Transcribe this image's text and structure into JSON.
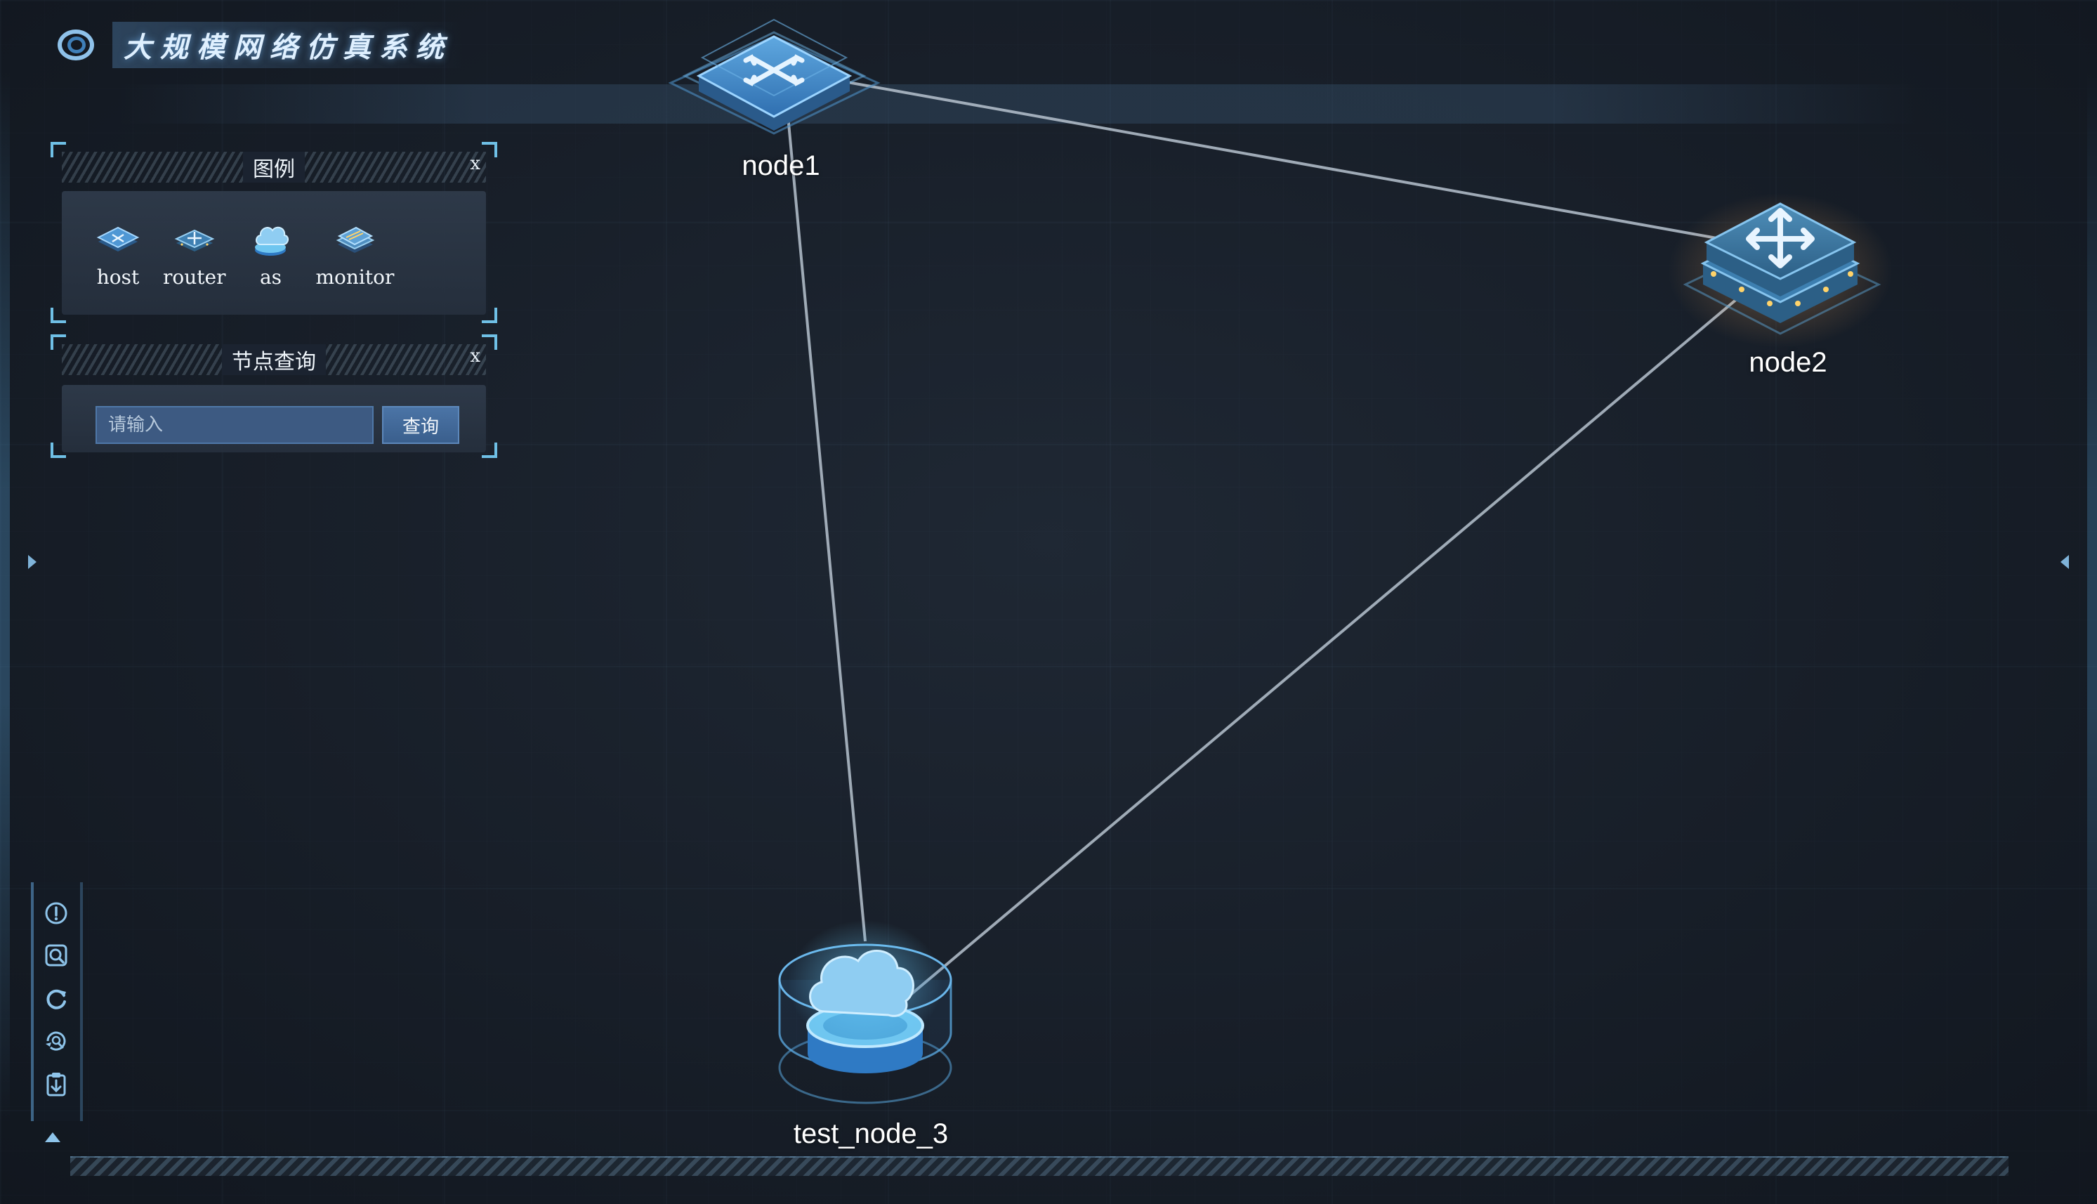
{
  "app": {
    "title": "大规模网络仿真系统"
  },
  "legend_panel": {
    "title": "图例",
    "close_label": "x",
    "items": [
      {
        "label": "host",
        "icon": "host-icon"
      },
      {
        "label": "router",
        "icon": "router-icon"
      },
      {
        "label": "as",
        "icon": "cloud-icon"
      },
      {
        "label": "monitor",
        "icon": "monitor-icon"
      }
    ]
  },
  "search_panel": {
    "title": "节点查询",
    "close_label": "x",
    "input_placeholder": "请输入",
    "input_value": "",
    "button_label": "查询"
  },
  "toolbar": {
    "tools": [
      {
        "icon": "info-icon"
      },
      {
        "icon": "zoom-search-icon"
      },
      {
        "icon": "refresh-icon"
      },
      {
        "icon": "history-search-icon"
      },
      {
        "icon": "download-clipboard-icon"
      }
    ],
    "collapse_icon": "collapse-up-icon"
  },
  "topology": {
    "nodes": [
      {
        "id": "node1",
        "label": "node1",
        "type": "host"
      },
      {
        "id": "node2",
        "label": "node2",
        "type": "router"
      },
      {
        "id": "test_node_3",
        "label": "test_node_3",
        "type": "as"
      }
    ],
    "links": [
      {
        "source": "node1",
        "target": "node2"
      },
      {
        "source": "node1",
        "target": "test_node_3"
      },
      {
        "source": "node2",
        "target": "test_node_3"
      }
    ]
  },
  "colors": {
    "background": "#1a212c",
    "accent": "#6fc0e6",
    "link": "#b7c3cf",
    "button": "#3a5f8d"
  }
}
